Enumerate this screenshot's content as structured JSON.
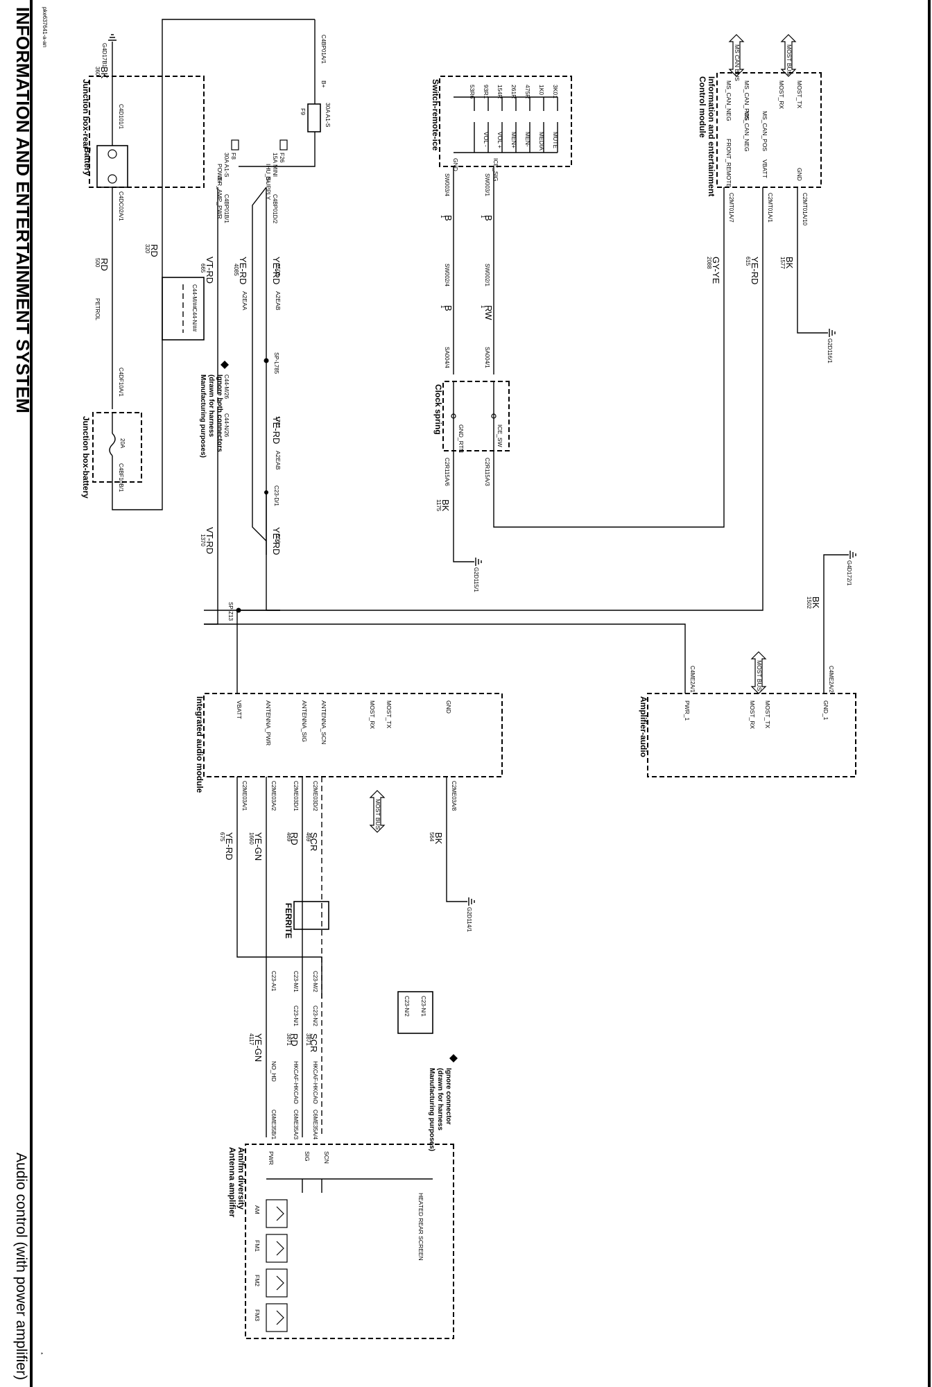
{
  "header": {
    "title": "INFORMATION AND ENTERTAINMENT SYSTEM",
    "subtitle": "Audio control (with power amplifier)",
    "sheet_ref": "pke637641-a-an"
  },
  "modules": {
    "battery": "Battery",
    "jb_battery": "Junction box-battery",
    "jb_rear": "Junction box-rear",
    "switch": "Switch-remote-ice",
    "clock": "Clock spring",
    "icm_1": "Information and entertainment",
    "icm_2": "Control module",
    "amp": "Amplifier-audio",
    "iam": "Integrated audio module",
    "ant_1": "Am/fm diversity",
    "ant_2": "Antenna amplifier",
    "ferrite": "FERRITE"
  },
  "notes": {
    "n1": [
      "Ignore both connectors",
      "(drawn for harness",
      "Manufacturing purposes)"
    ],
    "n2": [
      "Ignore connector",
      "(drawn for harness",
      "Manufacturing purposes)"
    ]
  },
  "grounds": {
    "g1": "G4D17B1",
    "g2": "G2D116/1",
    "g3": "G2D115/1",
    "g4": "G4D172/1",
    "g5": "G2D114/1"
  },
  "connectors": {
    "c1": "C4D101/1",
    "c2": "C4DC02A/1",
    "c3": "C4DF10A/1",
    "c4": "C4BF10B/1",
    "c5": "C4BP01A/1",
    "c6": "C4BP01D/2",
    "c7": "C4BP01B/1",
    "c8": "C23-D/1",
    "c9": "C44-M/26",
    "c10": "C44-N/26",
    "c11": "SW003/1",
    "c12": "SW003/4",
    "c13": "SW002/1",
    "c14": "SW002/4",
    "c15": "SA004/1",
    "c16": "SA004/4",
    "c17": "C2R115A/3",
    "c18": "C2R115A/6",
    "c19": "C2MT01A/10",
    "c20": "C2MT01A/1",
    "c21": "C2MT01A/7",
    "c22": "C4ME2A/2",
    "c23": "C4ME2A/1",
    "c24": "C2ME03A/1",
    "c25": "C2ME03A/2",
    "c26": "C2ME03D/1",
    "c27": "C2ME03D/2",
    "c28": "C2ME03A/8",
    "c29": "C23-A/1",
    "c30": "C23-M/1",
    "c31": "C23-M/2",
    "c32": "C23-N/1",
    "c33": "C23-N/2",
    "c34": "C6ME35B/1",
    "c35": "C6ME35A/3",
    "c36": "C6ME35A/4",
    "k1": "C44-M/##",
    "k2": "C44-N/##",
    "k3": "C23-N/1",
    "k4": "C23-N/2",
    "sp1": "SP-L785",
    "sp2": "SP-Z13"
  },
  "pins": {
    "b_plus": "B+",
    "fuse_f9_id": "F9",
    "fuse_f9": "30A A1-S",
    "fuse_f26_id": "F26",
    "fuse_f26": "15A MINI",
    "fuse_f8_id": "F8",
    "fuse_f8": "30A A1-S",
    "fuse_bat": "20A",
    "hu_supply": "IHU_SUPPLY",
    "amp_pwr": "POWER_AMP_PWR",
    "sw_mute": "MUTE",
    "sw_media": "MEDIA",
    "sw_menm": "MEN-",
    "sw_menp": "MEN+",
    "sw_volp": "VOL +",
    "sw_volm": "VOL -",
    "r1": "3K01",
    "r2": "1K0",
    "r3": "475R",
    "r4": "261R",
    "r5": "154R",
    "r6": "93R1",
    "r7": "53R6",
    "gnd": "GND",
    "ice_sig": "ICE_SIG",
    "gnd_rtn": "GND_RTN",
    "ice_sw": "ICE_SW",
    "ms_can_neg": "MS_CAN_NEG",
    "ms_can_pos": "MS_CAN_POS",
    "front_remote": "FRONT_REMOTE",
    "vbatt": "VBATT",
    "most_rx": "MOST_RX",
    "most_tx": "MOST_TX",
    "most_bus": "MOST BUS",
    "ms_can_bus": "MS CAN BUS",
    "pwr_1": "PWR_1",
    "gnd_1": "GND_1",
    "ant_pwr": "ANTENNA_PWR",
    "ant_sig": "ANTENNA_SIG",
    "ant_scn": "ANTENNA_SCN",
    "pwr": "PWR",
    "sig": "SIG",
    "scn": "SCN",
    "am": "AM",
    "fm1": "FM1",
    "fm2": "FM2",
    "fm3": "FM3",
    "hrs": "HEATED REAR SCREEN",
    "no_hd": "NO_HD",
    "hkcaf": "HKCAF-HKCAO",
    "a2ea": "A2EAA",
    "a2eab": "A2EAB"
  },
  "wires": {
    "w1": {
      "color": "BK",
      "num": "360"
    },
    "w2": {
      "color": "RD",
      "num": "500"
    },
    "w3": {
      "color": "RD",
      "num": "320"
    },
    "w4": {
      "color": "YE-RD",
      "num": "3503"
    },
    "w5": {
      "color": "YE-RD",
      "num": "4085"
    },
    "w6": {
      "color": "VT-RD",
      "num": "665"
    },
    "w7": {
      "color": "YE-RD",
      "num": "1701"
    },
    "w8": {
      "color": "YE-RD",
      "num": "506"
    },
    "w9": {
      "color": "VT-RD",
      "num": "1370"
    },
    "w10": {
      "color": "B",
      "num": "1"
    },
    "w11": {
      "color": "B",
      "num": "1"
    },
    "w12": {
      "color": "RW",
      "num": "1"
    },
    "w13": {
      "color": "B",
      "num": "1"
    },
    "w14": {
      "color": "BK",
      "num": "1175"
    },
    "w15": {
      "color": "BK",
      "num": "1577"
    },
    "w16": {
      "color": "YE-RD",
      "num": "615"
    },
    "w17": {
      "color": "GY-YE",
      "num": "2088"
    },
    "w18": {
      "color": "BK",
      "num": "1502"
    },
    "w19": {
      "color": "YE-RD",
      "num": "675"
    },
    "w20": {
      "color": "YE-GN",
      "num": "1660"
    },
    "w21": {
      "color": "RD",
      "num": "469"
    },
    "w22": {
      "color": "SCR",
      "num": "469"
    },
    "w23": {
      "color": "BK",
      "num": "564"
    },
    "w24": {
      "color": "YE-GN",
      "num": "4117"
    },
    "w25": {
      "color": "RD",
      "num": "3871"
    },
    "w26": {
      "color": "SCR",
      "num": "3871"
    },
    "petrol": "PETROL"
  },
  "footer": {
    "mark": "*"
  }
}
